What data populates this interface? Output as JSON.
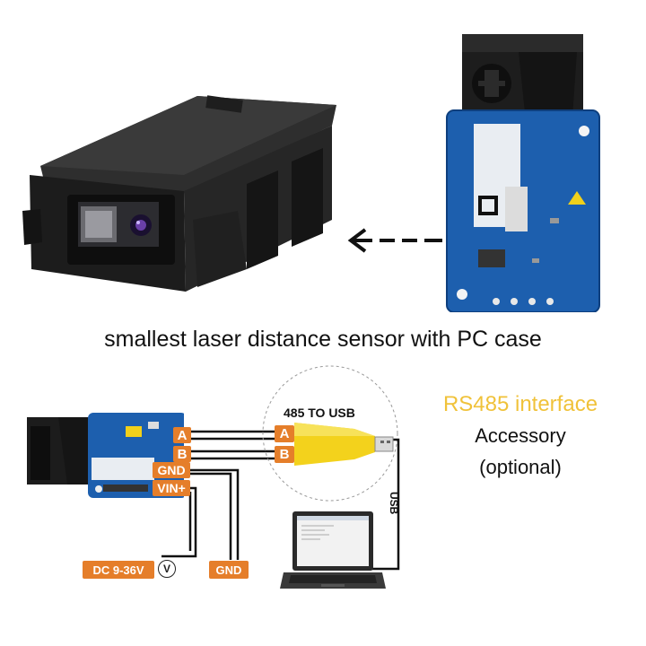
{
  "caption": "smallest laser distance sensor with PC case",
  "wiring": {
    "pin_a": "A",
    "pin_b": "B",
    "pin_gnd": "GND",
    "pin_vin": "VIN+",
    "usb_pin_a": "A",
    "usb_pin_b": "B",
    "supply_label": "DC 9-36V",
    "supply_icon_symbol": "V",
    "ground_label": "GND",
    "adapter_title": "485 TO USB",
    "cable_label": "USB"
  },
  "accessory": {
    "interface": "RS485 interface",
    "line1": "Accessory",
    "line2": "(optional)"
  },
  "colors": {
    "badge_orange": "#e57e2a",
    "interface_yellow": "#f0c23a",
    "pcb_blue": "#1d5fae",
    "adapter_yellow": "#f3d21c"
  },
  "icons": [
    "sensor-case-image",
    "sensor-module-image",
    "dashed-arrow-icon",
    "usb-adapter-image",
    "laptop-image",
    "voltmeter-icon"
  ]
}
